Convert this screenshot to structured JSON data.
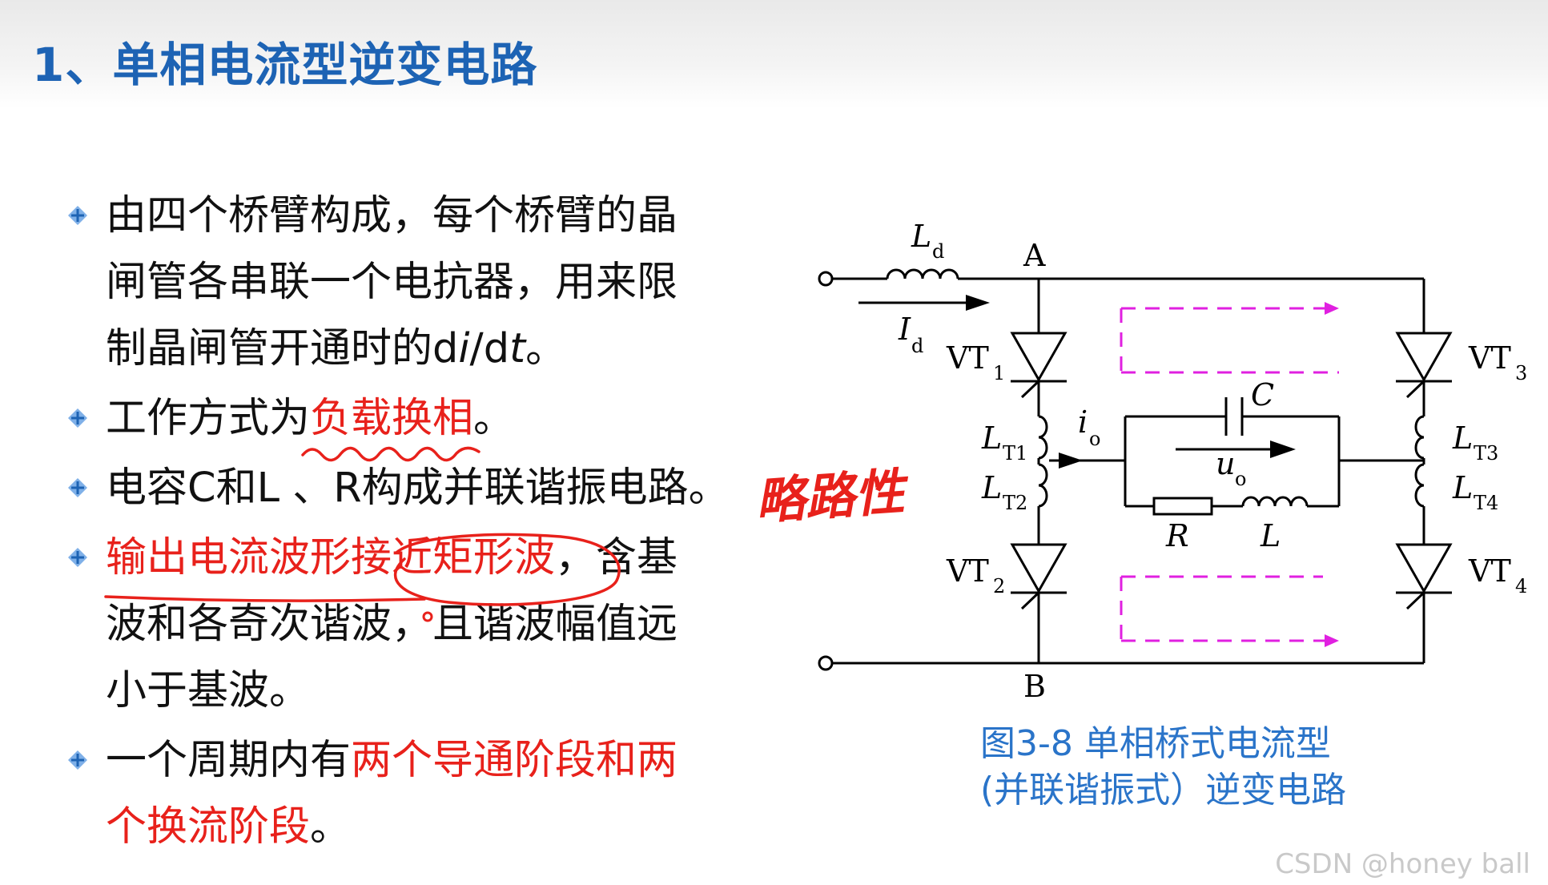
{
  "slide": {
    "title": "1、单相电流型逆变电路"
  },
  "bullets": [
    {
      "lines": [
        [
          {
            "text": "由四个桥臂构成，每个桥臂的晶",
            "red": false
          }
        ],
        [
          {
            "text": "闸管各串联一个电抗器，用来限",
            "red": false
          }
        ],
        [
          {
            "text": "制晶闸管开通时的d",
            "red": false
          },
          {
            "text": "i",
            "red": false,
            "italic": true
          },
          {
            "text": "/d",
            "red": false
          },
          {
            "text": "t",
            "red": false,
            "italic": true
          },
          {
            "text": "。",
            "red": false
          }
        ]
      ]
    },
    {
      "lines": [
        [
          {
            "text": "工作方式为",
            "red": false
          },
          {
            "text": "负载换相",
            "red": true
          },
          {
            "text": "。",
            "red": false
          }
        ]
      ]
    },
    {
      "lines": [
        [
          {
            "text": "电容C和L 、R构成并联谐振电路。",
            "red": false
          }
        ]
      ]
    },
    {
      "lines": [
        [
          {
            "text": "输出电流波形接近矩形波",
            "red": true
          },
          {
            "text": "，含基",
            "red": false
          }
        ],
        [
          {
            "text": "波和各奇次谐波，且谐波幅值远",
            "red": false
          }
        ],
        [
          {
            "text": "小于基波。",
            "red": false
          }
        ]
      ]
    },
    {
      "lines": [
        [
          {
            "text": "一个周期内有",
            "red": false
          },
          {
            "text": "两个导通阶段和两",
            "red": true
          }
        ],
        [
          {
            "text": "个换流阶段",
            "red": true
          },
          {
            "text": "。",
            "red": false
          }
        ]
      ]
    }
  ],
  "handwriting": {
    "note": "略路性"
  },
  "circuit": {
    "labels": {
      "ld": "L",
      "ld_sub": "d",
      "node_a": "A",
      "node_b": "B",
      "id": "I",
      "id_sub": "d",
      "vt1": "VT",
      "vt1_sub": "1",
      "vt2": "VT",
      "vt2_sub": "2",
      "vt3": "VT",
      "vt3_sub": "3",
      "vt4": "VT",
      "vt4_sub": "4",
      "lt1": "L",
      "lt1_sub": "T1",
      "lt2": "L",
      "lt2_sub": "T2",
      "lt3": "L",
      "lt3_sub": "T3",
      "lt4": "L",
      "lt4_sub": "T4",
      "io": "i",
      "io_sub": "o",
      "uo": "u",
      "uo_sub": "o",
      "c": "C",
      "r": "R",
      "l": "L"
    },
    "colors": {
      "wire": "#000000",
      "current_path": "#e020e0",
      "caption": "#2a74c9",
      "accent_red": "#e8211b",
      "title_blue": "#1d63b4"
    }
  },
  "figure": {
    "caption_line1": "图3-8 单相桥式电流型",
    "caption_line2": "(并联谐振式）逆变电路"
  },
  "watermark": "CSDN @honey ball"
}
